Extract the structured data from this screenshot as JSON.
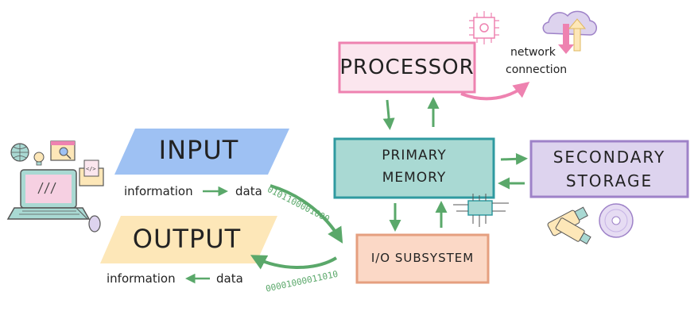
{
  "blocks": {
    "processor": "PROCESSOR",
    "primary_memory_line1": "PRIMARY",
    "primary_memory_line2": "MEMORY",
    "secondary_storage_line1": "SECONDARY",
    "secondary_storage_line2": "STORAGE",
    "io_subsystem": "I/O SUBSYSTEM",
    "input": "INPUT",
    "output": "OUTPUT"
  },
  "flows": {
    "input_info": "information",
    "input_data": "data",
    "output_info": "information",
    "output_data": "data",
    "network_line1": "network",
    "network_line2": "connection",
    "binary_in": "0101100001000",
    "binary_out": "00001000011010"
  },
  "colors": {
    "processor_fill": "#fbe6ee",
    "processor_border": "#ee82b0",
    "memory_fill": "#a9d9d3",
    "memory_border": "#2f9aa0",
    "storage_fill": "#ddd3ee",
    "storage_border": "#9e82c8",
    "io_fill": "#fbd8c6",
    "io_border": "#e59f7f",
    "input_fill": "#9ec1f3",
    "output_fill": "#fde7b8",
    "arrow_green": "#5aa86a",
    "network_pink": "#ee82b0"
  },
  "icons": [
    "laptop-icon",
    "globe-icon",
    "search-window-icon",
    "lightbulb-icon",
    "code-envelope-icon",
    "mouse-icon",
    "chip-icon",
    "cloud-transfer-icon",
    "usb-drive-icon",
    "cd-disc-icon",
    "circuit-chip-icon"
  ]
}
